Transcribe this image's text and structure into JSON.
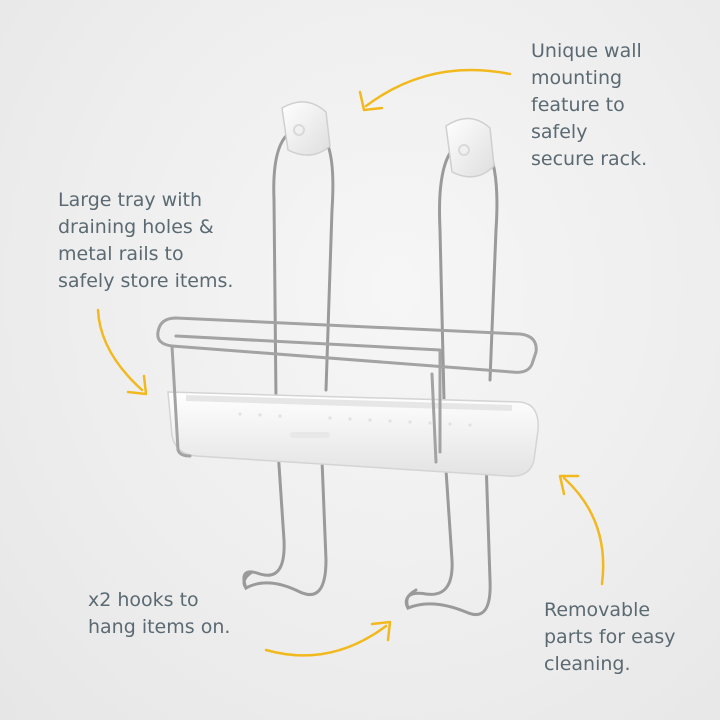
{
  "callouts": {
    "wall_mount": [
      "Unique wall",
      "mounting",
      "feature to",
      "safely",
      "secure rack."
    ],
    "tray": [
      "Large tray with",
      "draining holes &",
      "metal rails to",
      "safely store items."
    ],
    "hooks": [
      "x2 hooks to",
      "hang items on."
    ],
    "removable": [
      "Removable",
      "parts for easy",
      "cleaning."
    ]
  },
  "colors": {
    "text": "#5b6a72",
    "arrow": "#f2b91e",
    "metal": "#9a9a9a",
    "plastic": "#fbfbfb"
  },
  "icons": [
    "arrow-icon"
  ]
}
